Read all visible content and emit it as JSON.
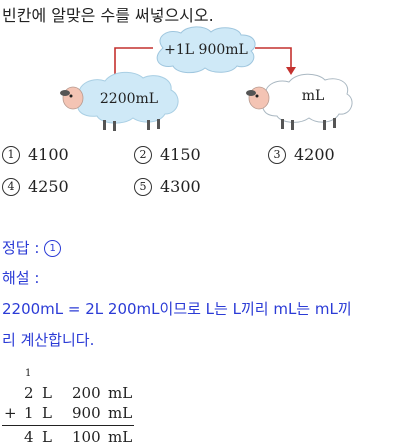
{
  "question": {
    "title": "빈칸에 알맞은 수를 써넣으시오.",
    "cloud_text": "+1L 900mL",
    "left_sheep_text": "2200mL",
    "right_sheep_text": "mL"
  },
  "choices": [
    {
      "num": "1",
      "value": "4100"
    },
    {
      "num": "2",
      "value": "4150"
    },
    {
      "num": "3",
      "value": "4200"
    },
    {
      "num": "4",
      "value": "4250"
    },
    {
      "num": "5",
      "value": "4300"
    }
  ],
  "answer": {
    "label": "정답 :",
    "value": "1"
  },
  "explanation": {
    "label": "해설 :",
    "line1": "2200mL = 2L 200mL이므로 L는 L끼리 mL는 mL끼",
    "line2": "리 계산합니다."
  },
  "calculation": {
    "carry": "1",
    "row1": {
      "op": "",
      "l": "2",
      "l_unit": "L",
      "ml": "200",
      "ml_unit": "mL"
    },
    "row2": {
      "op": "+",
      "l": "1",
      "l_unit": "L",
      "ml": "900",
      "ml_unit": "mL"
    },
    "result": {
      "l": "4",
      "l_unit": "L",
      "ml": "100",
      "ml_unit": "mL"
    }
  }
}
